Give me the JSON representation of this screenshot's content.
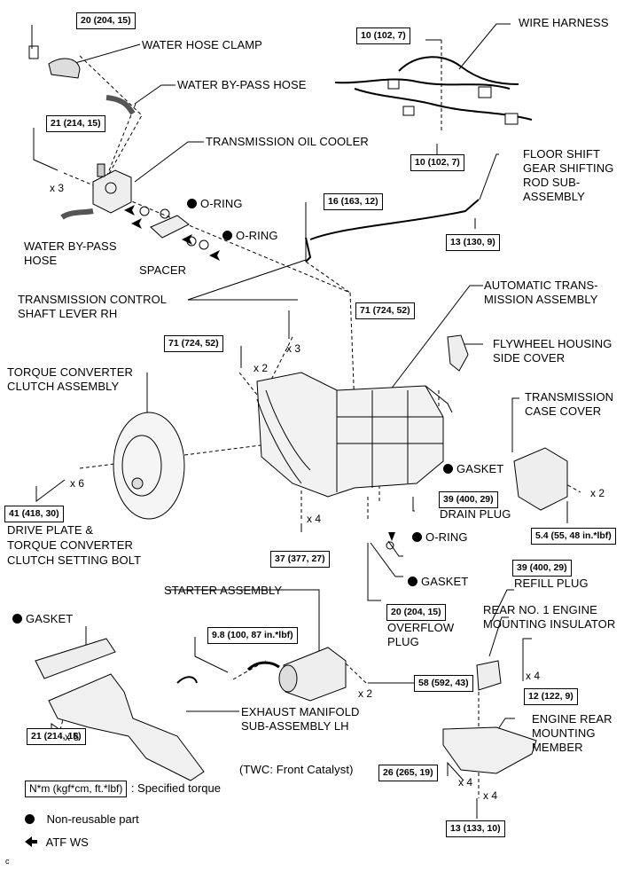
{
  "labels": {
    "water_hose_clamp": "WATER HOSE CLAMP",
    "water_bypass_hose_top": "WATER BY-PASS HOSE",
    "trans_oil_cooler": "TRANSMISSION OIL COOLER",
    "oring_1": "O-RING",
    "oring_2": "O-RING",
    "water_bypass_hose_left_1": "WATER BY-PASS",
    "water_bypass_hose_left_2": "HOSE",
    "spacer": "SPACER",
    "trans_control_lever_1": "TRANSMISSION CONTROL",
    "trans_control_lever_2": "SHAFT LEVER RH",
    "wire_harness": "WIRE HARNESS",
    "floor_shift_1": "FLOOR SHIFT",
    "floor_shift_2": "GEAR SHIFTING",
    "floor_shift_3": "ROD SUB-",
    "floor_shift_4": "ASSEMBLY",
    "auto_trans_1": "AUTOMATIC TRANS-",
    "auto_trans_2": "MISSION ASSEMBLY",
    "flywheel_cover_1": "FLYWHEEL HOUSING",
    "flywheel_cover_2": "SIDE COVER",
    "torque_conv_1": "TORQUE CONVERTER",
    "torque_conv_2": "CLUTCH ASSEMBLY",
    "trans_case_cover_1": "TRANSMISSION",
    "trans_case_cover_2": "CASE COVER",
    "gasket_drain": "GASKET",
    "drain_plug": "DRAIN PLUG",
    "oring_refill": "O-RING",
    "refill_plug": "REFILL PLUG",
    "gasket_overflow": "GASKET",
    "drive_plate_1": "DRIVE PLATE &",
    "drive_plate_2": "TORQUE CONVERTER",
    "drive_plate_3": "CLUTCH SETTING BOLT",
    "starter": "STARTER ASSEMBLY",
    "gasket_exhaust": "GASKET",
    "overflow_plug_1": "OVERFLOW",
    "overflow_plug_2": "PLUG",
    "rear_insulator_1": "REAR NO. 1 ENGINE",
    "rear_insulator_2": "MOUNTING INSULATOR",
    "exhaust_1": "EXHAUST MANIFOLD",
    "exhaust_2": "SUB-ASSEMBLY LH",
    "engine_rear_member_1": "ENGINE REAR",
    "engine_rear_member_2": "MOUNTING",
    "engine_rear_member_3": "MEMBER",
    "twc": "(TWC: Front Catalyst)"
  },
  "torques": {
    "t_water_clamp": "20 (204, 15)",
    "t_cooler": "21 (214, 15)",
    "t_harness_top": "10 (102, 7)",
    "t_harness_bottom": "10 (102, 7)",
    "t_lever": "16 (163, 12)",
    "t_rod": "13 (130, 9)",
    "t_trans_top_1": "71 (724, 52)",
    "t_trans_top_2": "71 (724, 52)",
    "t_drive_plate": "41 (418, 30)",
    "t_drain": "39 (400, 29)",
    "t_case_cover": "5.4 (55, 48 in.*lbf)",
    "t_bottom_bolts": "37 (377, 27)",
    "t_refill": "39 (400, 29)",
    "t_overflow": "20 (204, 15)",
    "t_starter_nut": "9.8 (100, 87 in.*lbf)",
    "t_starter_bolt": "58 (592, 43)",
    "t_insulator": "12 (122, 9)",
    "t_exhaust": "21 (214, 15)",
    "t_member": "26 (265, 19)",
    "t_member_bottom": "13 (133, 10)"
  },
  "multipliers": {
    "m_cooler": "x 3",
    "m_trans_3": "x 3",
    "m_trans_2": "x 2",
    "m_drive_plate": "x 6",
    "m_case_cover": "x 2",
    "m_bottom": "x 4",
    "m_starter": "x 2",
    "m_insulator": "x 4",
    "m_exhaust": "x 6",
    "m_member": "x 4",
    "m_member_bottom": "x 4"
  },
  "legend": {
    "torque_box": "N*m (kgf*cm, ft.*lbf)",
    "torque_desc": ": Specified torque",
    "non_reusable": "Non-reusable part",
    "atf": "ATF WS"
  },
  "corner_mark": "c"
}
